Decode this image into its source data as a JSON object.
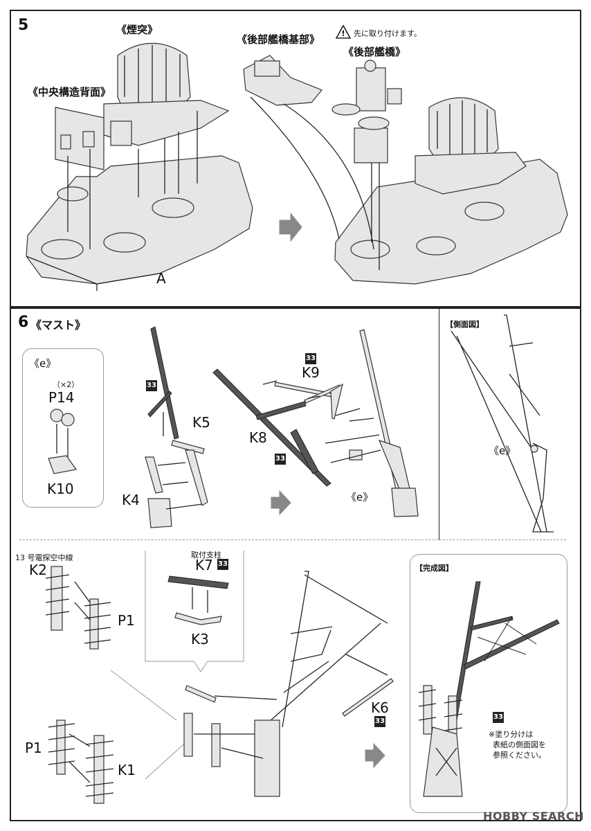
{
  "step5": {
    "number": "5",
    "label_funnel": "《煙突》",
    "label_rear_bridge_base": "《後部艦橋基部》",
    "label_rear_bridge": "《後部艦橋》",
    "label_central_back": "《中央構造背面》",
    "caution_text": "先に取り付けます。",
    "part_a": "A"
  },
  "step6": {
    "number": "6",
    "title": "《マスト》",
    "side_view_label": "【側面図】",
    "finished_label": "【完成図】",
    "e_label": "《e》",
    "e_label_small": "《e》",
    "e_label_side": "《e》",
    "p14_qty": "（×2）",
    "part_p14": "P14",
    "part_k10": "K10",
    "part_k5": "K5",
    "part_k4": "K4",
    "part_k9": "K9",
    "part_k8": "K8",
    "radar_wire_label": "13 号電探空中線",
    "part_k2": "K2",
    "part_p1_top": "P1",
    "part_p1_bottom": "P1",
    "part_k1": "K1",
    "support_label": "取付支柱",
    "part_k7": "K7",
    "part_k3": "K3",
    "part_k6": "K6",
    "color_code": "33",
    "paint_note_1": "※塗り分けは",
    "paint_note_2": "表紙の側面図を",
    "paint_note_3": "参照ください。"
  },
  "watermark": "HOBBY SEARCH",
  "colors": {
    "line": "#222222",
    "part_fill": "#e6e6e6",
    "mast_fill": "#555555",
    "badge": "#222222"
  }
}
